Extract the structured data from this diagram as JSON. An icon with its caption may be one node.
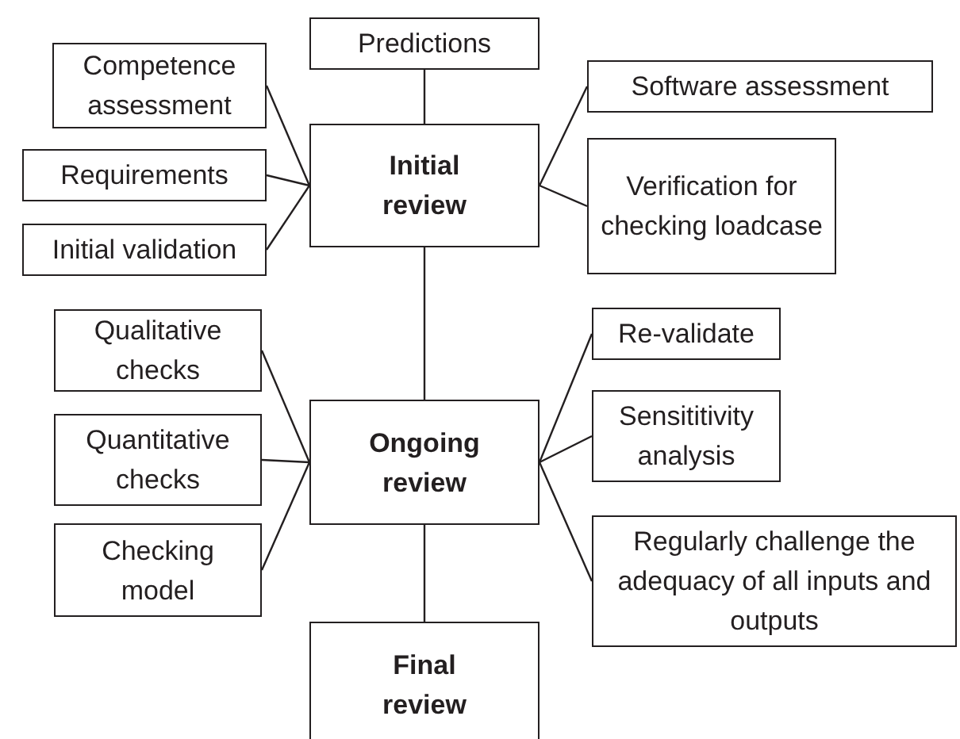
{
  "diagram": {
    "nodes": [
      {
        "text": [
          "Predictions"
        ]
      },
      {
        "text": [
          "Competence assessment"
        ]
      },
      {
        "text": [
          "Software assessment"
        ]
      },
      {
        "text": [
          "Requirements"
        ]
      },
      {
        "text": [
          "Initial review"
        ]
      },
      {
        "text": [
          "Verification for checking loadcase"
        ]
      },
      {
        "text": [
          "Initial validation"
        ]
      },
      {
        "text": [
          "Qualitative checks"
        ]
      },
      {
        "text": [
          "Re-validate"
        ]
      },
      {
        "text": [
          "Ongoing review"
        ]
      },
      {
        "text": [
          "Sensititivity analysis"
        ]
      },
      {
        "text": [
          "Quantitative checks"
        ]
      },
      {
        "text": [
          "Checking model"
        ]
      },
      {
        "text": [
          "Regularly challenge the adequacy of all inputs and outputs"
        ]
      },
      {
        "text": [
          "Final review"
        ]
      }
    ],
    "edges": [
      {
        "from": 0,
        "to": 4,
        "arrow": "none"
      },
      {
        "from": 4,
        "to": 1,
        "arrow": "none"
      },
      {
        "from": 4,
        "to": 3,
        "arrow": "none"
      },
      {
        "from": 4,
        "to": 6,
        "arrow": "none"
      },
      {
        "from": 4,
        "to": 2,
        "arrow": "none"
      },
      {
        "from": 4,
        "to": 5,
        "arrow": "none"
      },
      {
        "from": 4,
        "to": 9,
        "arrow": "none"
      },
      {
        "from": 9,
        "to": 7,
        "arrow": "none"
      },
      {
        "from": 9,
        "to": 11,
        "arrow": "none"
      },
      {
        "from": 9,
        "to": 12,
        "arrow": "none"
      },
      {
        "from": 9,
        "to": 8,
        "arrow": "none"
      },
      {
        "from": 9,
        "to": 10,
        "arrow": "none"
      },
      {
        "from": 9,
        "to": 13,
        "arrow": "none"
      },
      {
        "from": 9,
        "to": 14,
        "arrow": "none"
      }
    ]
  }
}
